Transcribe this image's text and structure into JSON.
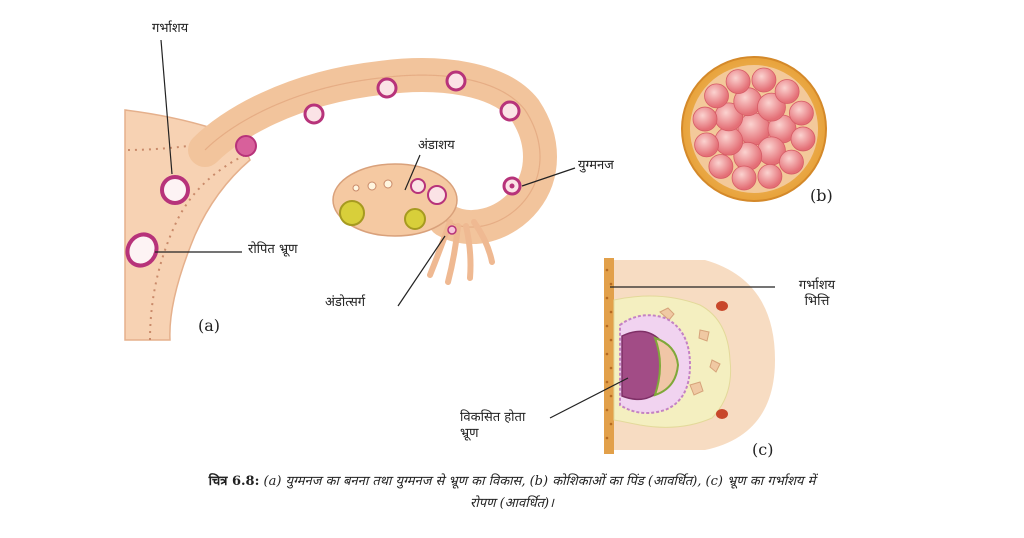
{
  "labels": {
    "uterus": "गर्भाशय",
    "ovary": "अंडाशय",
    "zygote": "युग्मनज",
    "implanted_embryo": "रोपित भ्रूण",
    "ovulation": "अंडोत्सर्ग",
    "uterine_wall_1": "गर्भाशय",
    "uterine_wall_2": "भित्ति",
    "developing_embryo_1": "विकसित होता",
    "developing_embryo_2": "भ्रूण"
  },
  "panels": {
    "a": "(a)",
    "b": "(b)",
    "c": "(c)"
  },
  "caption": {
    "figure_no": "चित्र 6.8:",
    "line1": " (a) युग्मनज का बनना तथा युग्मनज से भ्रूण का विकास, (b) कोशिकाओं का पिंड (आवर्धित), (c) भ्रूण का गर्भाशय में",
    "line2": "रोपण (आवर्धित)।"
  },
  "colors": {
    "tissue": "#f7d2b3",
    "tube": "#f2c49c",
    "cell_magenta": "#b7337a",
    "follicle_yellow": "#c9c12b",
    "ball_red": "#e8787d",
    "ball_rim": "#e8a23a",
    "wall_orange": "#e2a04a",
    "cream": "#f4efc0"
  }
}
